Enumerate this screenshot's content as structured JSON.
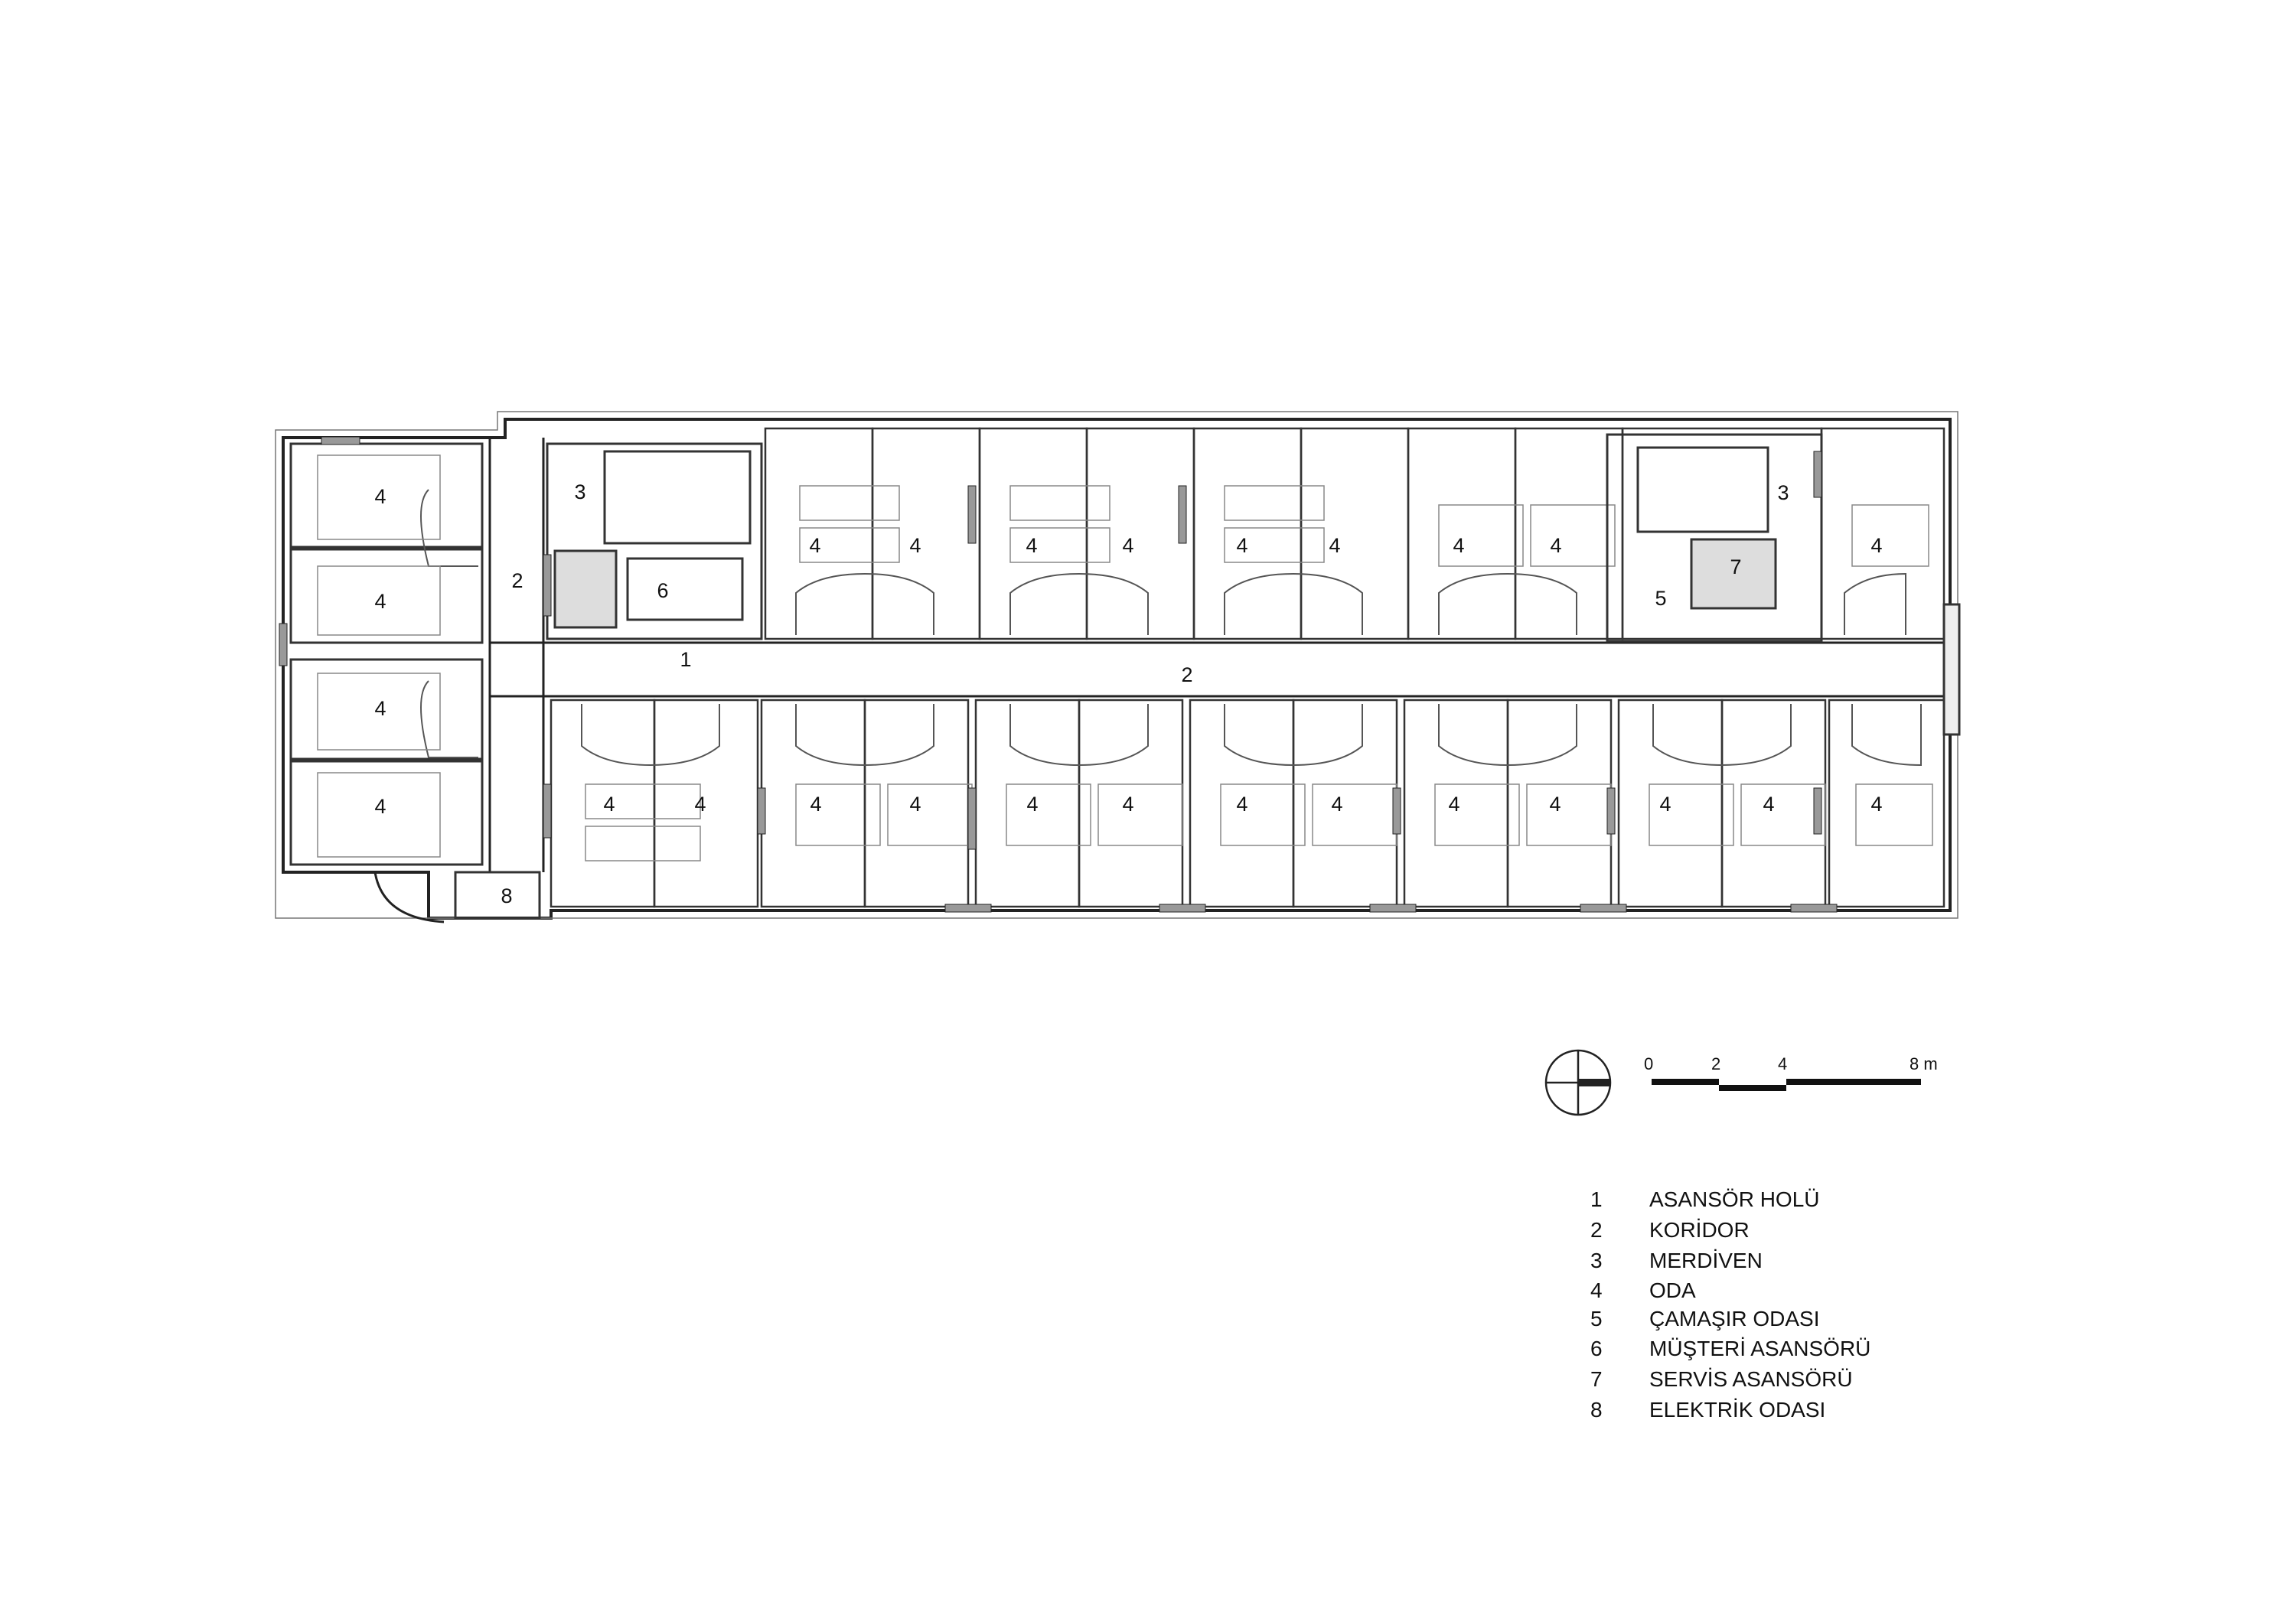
{
  "plan": {
    "room_labels": [
      {
        "id": "r1",
        "text": "4"
      },
      {
        "id": "r2",
        "text": "4"
      },
      {
        "id": "r3",
        "text": "4"
      },
      {
        "id": "r4",
        "text": "4"
      },
      {
        "id": "lab2a",
        "text": "2"
      },
      {
        "id": "lab3a",
        "text": "3"
      },
      {
        "id": "lab6",
        "text": "6"
      },
      {
        "id": "lab1",
        "text": "1"
      },
      {
        "id": "lab2b",
        "text": "2"
      },
      {
        "id": "lab3b",
        "text": "3"
      },
      {
        "id": "lab7",
        "text": "7"
      },
      {
        "id": "lab5",
        "text": "5"
      },
      {
        "id": "lab8",
        "text": "8"
      },
      {
        "id": "t1",
        "text": "4"
      },
      {
        "id": "t2",
        "text": "4"
      },
      {
        "id": "t3",
        "text": "4"
      },
      {
        "id": "t4",
        "text": "4"
      },
      {
        "id": "t5",
        "text": "4"
      },
      {
        "id": "t6",
        "text": "4"
      },
      {
        "id": "t7",
        "text": "4"
      },
      {
        "id": "t8",
        "text": "4"
      },
      {
        "id": "t9",
        "text": "4"
      },
      {
        "id": "b1",
        "text": "4"
      },
      {
        "id": "b2",
        "text": "4"
      },
      {
        "id": "b3",
        "text": "4"
      },
      {
        "id": "b4",
        "text": "4"
      },
      {
        "id": "b5",
        "text": "4"
      },
      {
        "id": "b6",
        "text": "4"
      },
      {
        "id": "b7",
        "text": "4"
      },
      {
        "id": "b8",
        "text": "4"
      },
      {
        "id": "b9",
        "text": "4"
      },
      {
        "id": "b10",
        "text": "4"
      },
      {
        "id": "b11",
        "text": "4"
      },
      {
        "id": "b12",
        "text": "4"
      },
      {
        "id": "b13",
        "text": "4"
      }
    ]
  },
  "scale_bar": {
    "ticks": [
      "0",
      "2",
      "4",
      "8 m"
    ]
  },
  "legend": [
    {
      "num": "1",
      "label": "ASANSÖR HOLÜ"
    },
    {
      "num": "2",
      "label": "KORİDOR"
    },
    {
      "num": "3",
      "label": "MERDİVEN"
    },
    {
      "num": "4",
      "label": "ODA"
    },
    {
      "num": "5",
      "label": "ÇAMAŞIR ODASI"
    },
    {
      "num": "6",
      "label": "MÜŞTERİ ASANSÖRÜ"
    },
    {
      "num": "7",
      "label": "SERVİS ASANSÖRÜ"
    },
    {
      "num": "8",
      "label": "ELEKTRİK ODASI"
    }
  ]
}
